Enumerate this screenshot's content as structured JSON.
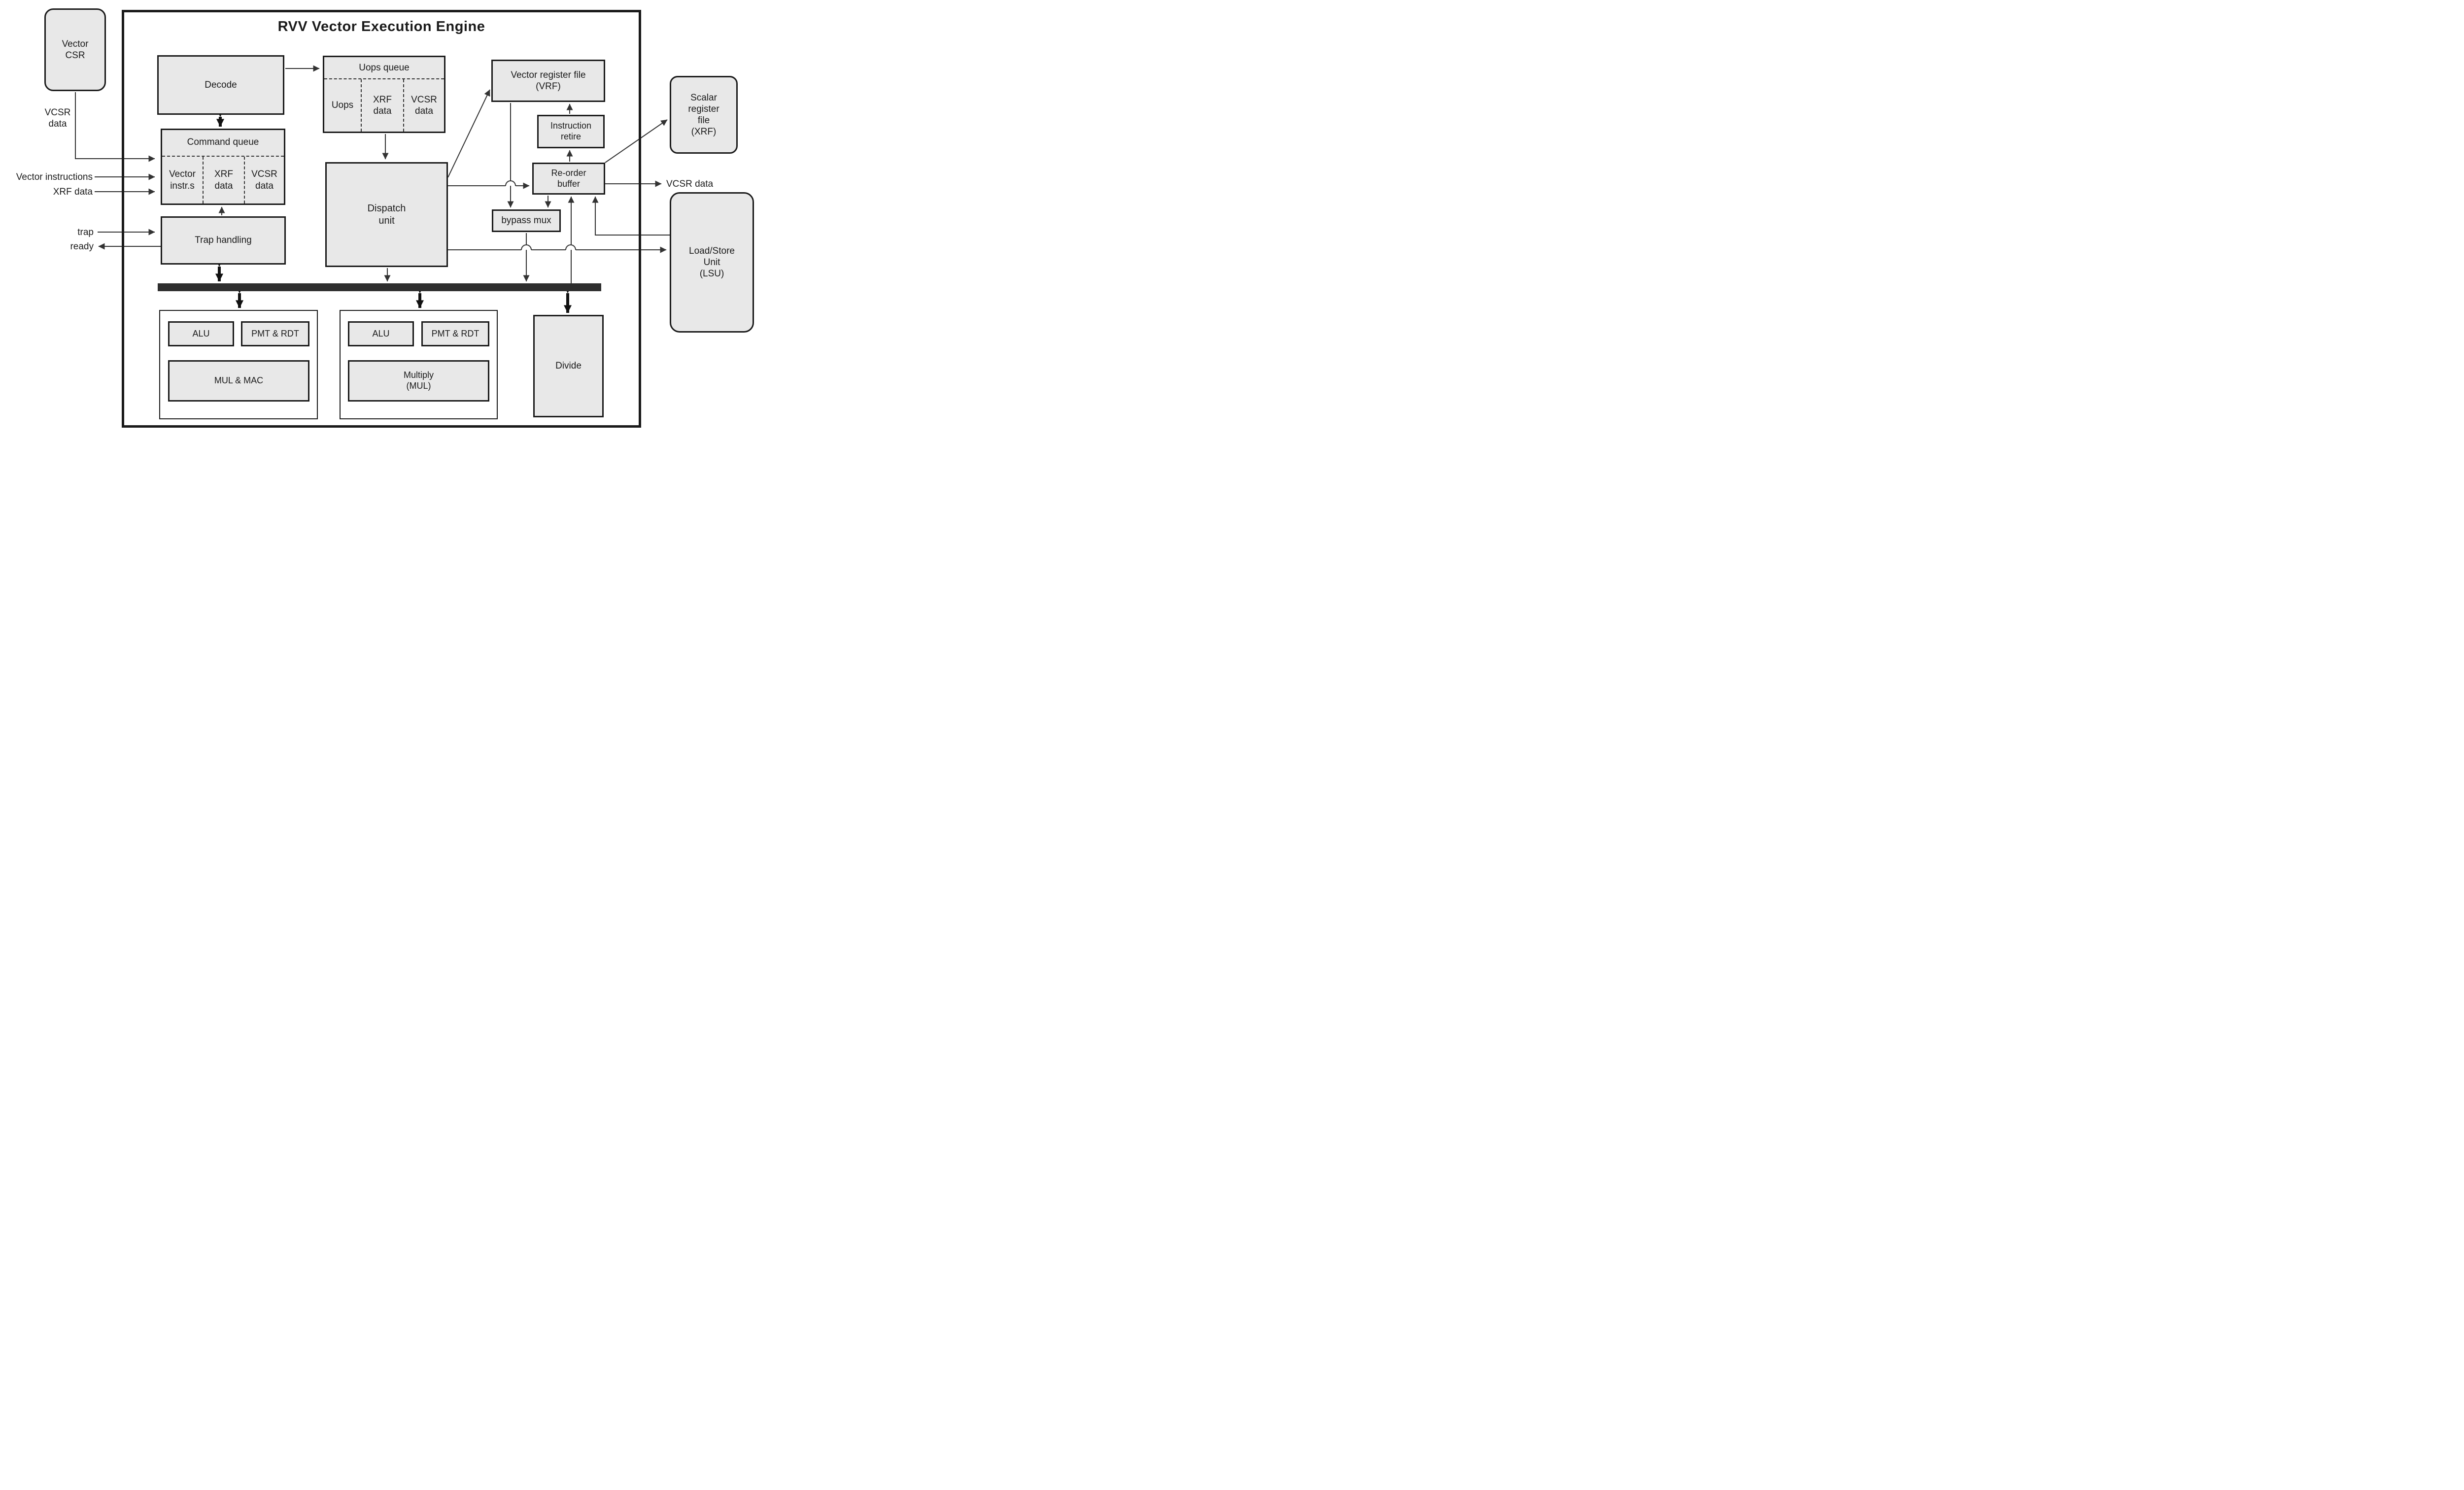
{
  "title": "RVV Vector Execution Engine",
  "colors": {
    "box_fill": "#e8e8e8",
    "box_border": "#1a1a1a",
    "bus": "#2e2e2e",
    "line": "#333333",
    "background": "#ffffff"
  },
  "external": {
    "vector_csr": "Vector\nCSR",
    "scalar_register_file": "Scalar\nregister\nfile\n(XRF)",
    "load_store_unit": "Load/Store\nUnit\n(LSU)"
  },
  "io_labels": {
    "vcsr_data_in": "VCSR\ndata",
    "vector_instructions": "Vector instructions",
    "xrf_data": "XRF data",
    "trap": "trap",
    "ready": "ready",
    "vcsr_data_out": "VCSR data"
  },
  "engine": {
    "decode": "Decode",
    "uops_queue": {
      "title": "Uops queue",
      "cells": [
        "Uops",
        "XRF\ndata",
        "VCSR\ndata"
      ]
    },
    "command_queue": {
      "title": "Command queue",
      "cells": [
        "Vector\ninstr.s",
        "XRF\ndata",
        "VCSR\ndata"
      ]
    },
    "trap_handling": "Trap handling",
    "dispatch_unit": "Dispatch\nunit",
    "vector_register_file": "Vector register file\n(VRF)",
    "instruction_retire": "Instruction\nretire",
    "reorder_buffer": "Re-order\nbuffer",
    "bypass_mux": "bypass mux",
    "divide": "Divide",
    "exec_cluster_1": {
      "alu": "ALU",
      "pmt_rdt": "PMT & RDT",
      "mul_mac": "MUL & MAC"
    },
    "exec_cluster_2": {
      "alu": "ALU",
      "pmt_rdt": "PMT & RDT",
      "multiply": "Multiply\n(MUL)"
    }
  }
}
